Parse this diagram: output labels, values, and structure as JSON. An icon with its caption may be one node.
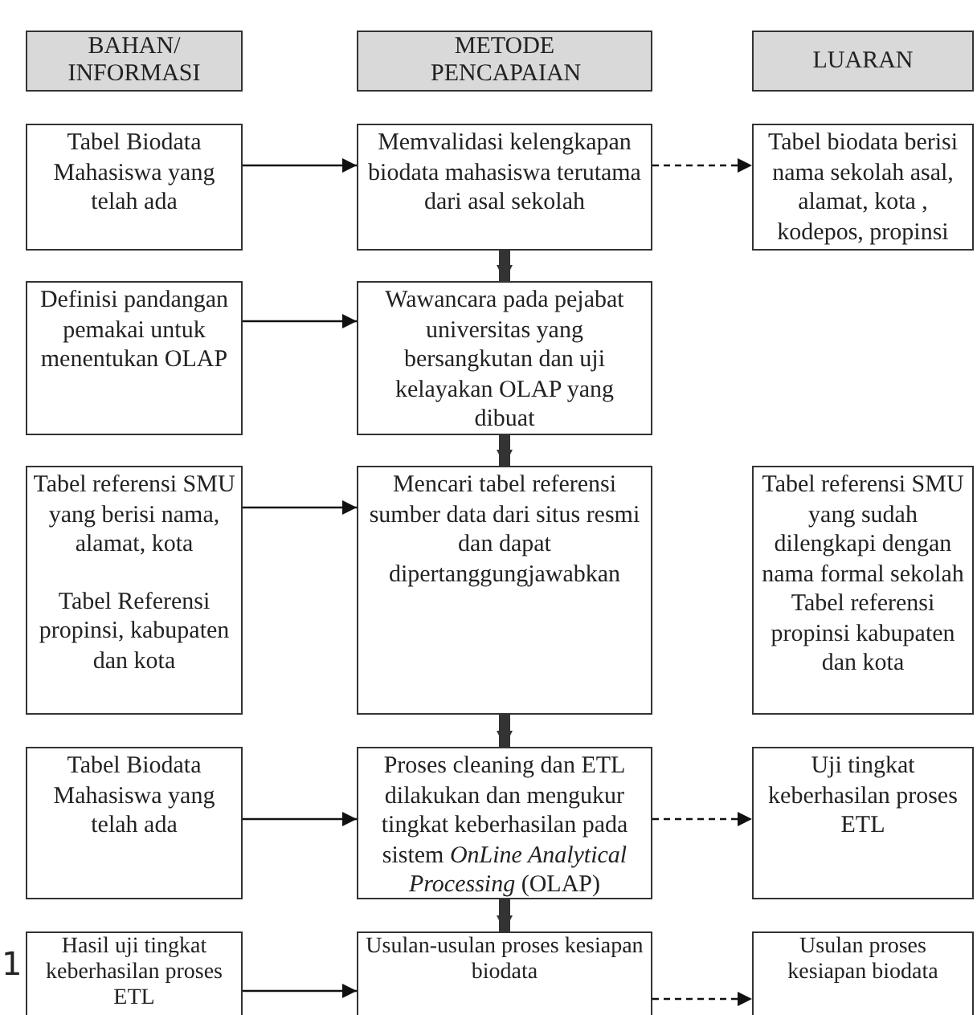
{
  "diagram": {
    "nodes": [
      {
        "text": [
          "BAHAN/ INFORMASI"
        ]
      },
      {
        "text": [
          "METODE PENCAPAIAN"
        ]
      },
      {
        "text": [
          "LUARAN"
        ]
      },
      {
        "text": [
          "Tabel Biodata Mahasiswa yang telah ada"
        ]
      },
      {
        "text": [
          "Memvalidasi kelengkapan biodata mahasiswa terutama dari asal sekolah"
        ]
      },
      {
        "text": [
          "Tabel biodata berisi nama sekolah asal, alamat, kota , kodepos, propinsi"
        ]
      },
      {
        "text": [
          "Definisi pandangan pemakai untuk menentukan OLAP"
        ]
      },
      {
        "text": [
          "Wawancara pada pejabat universitas yang bersangkutan dan uji kelayakan OLAP yang dibuat"
        ]
      },
      {
        "text": [
          "Tabel referensi SMU yang berisi nama, alamat, kota",
          "Tabel Referensi propinsi, kabupaten dan kota"
        ]
      },
      {
        "text": [
          "Mencari tabel referensi sumber data dari situs resmi dan dapat dipertanggungjawabkan"
        ]
      },
      {
        "text": [
          "Tabel referensi SMU yang sudah dilengkapi dengan nama formal sekolah",
          "Tabel referensi propinsi kabupaten dan kota"
        ]
      },
      {
        "text": [
          "Tabel Biodata Mahasiswa yang telah ada"
        ]
      },
      {
        "text": [
          "Proses cleaning dan ETL dilakukan dan mengukur tingkat keberhasilan pada sistem *OnLine Analytical Processing* (OLAP)"
        ]
      },
      {
        "text": [
          "Uji tingkat keberhasilan proses ETL"
        ]
      },
      {
        "text": [
          "Hasil uji tingkat keberhasilan proses ETL"
        ]
      },
      {
        "text": [
          "Usulan-usulan proses kesiapan biodata"
        ]
      },
      {
        "text": [
          "Usulan proses kesiapan biodata"
        ]
      }
    ],
    "edges": [
      {
        "from": 3,
        "to": 4,
        "arrow": "to"
      },
      {
        "from": 4,
        "to": 5,
        "arrow": "to",
        "style": "dashed"
      },
      {
        "from": 4,
        "to": 7,
        "arrow": "to",
        "style": "thick"
      },
      {
        "from": 6,
        "to": 7,
        "arrow": "to"
      },
      {
        "from": 7,
        "to": 9,
        "arrow": "to",
        "style": "thick"
      },
      {
        "from": 8,
        "to": 9,
        "arrow": "to"
      },
      {
        "from": 9,
        "to": 12,
        "arrow": "to",
        "style": "thick"
      },
      {
        "from": 11,
        "to": 12,
        "arrow": "to"
      },
      {
        "from": 12,
        "to": 13,
        "arrow": "to",
        "style": "dashed"
      },
      {
        "from": 12,
        "to": 15,
        "arrow": "to",
        "style": "thick"
      },
      {
        "from": 14,
        "to": 15,
        "arrow": "to"
      },
      {
        "from": 15,
        "to": 16,
        "arrow": "to",
        "style": "dashed"
      }
    ],
    "labels": [
      "1"
    ]
  }
}
